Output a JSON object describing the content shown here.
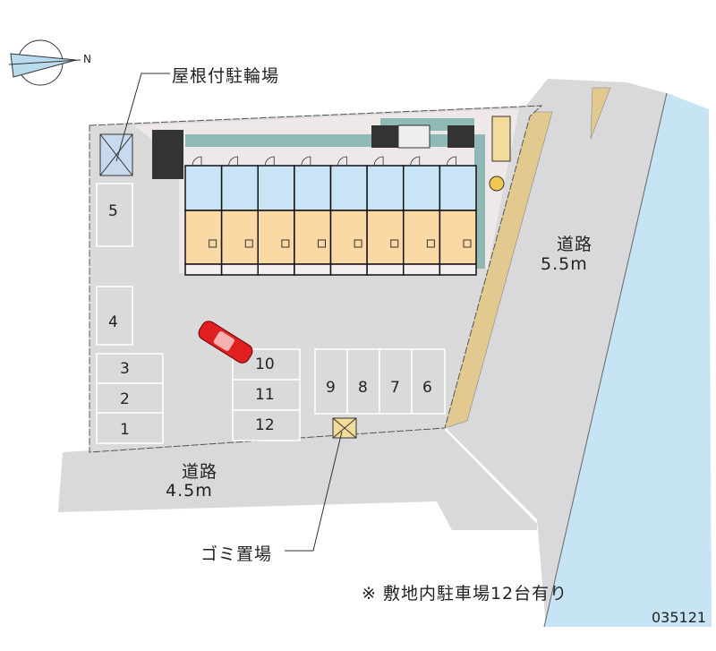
{
  "labels": {
    "bike_parking": "屋根付駐輪場",
    "road_right_name": "道路",
    "road_right_width": "5.5m",
    "road_bottom_name": "道路",
    "road_bottom_width": "4.5m",
    "garbage": "ゴミ置場",
    "note": "※ 敷地内駐車場12台有り",
    "code": "035121",
    "compass_n": "N"
  },
  "parking_spaces": [
    "1",
    "2",
    "3",
    "4",
    "5",
    "6",
    "7",
    "8",
    "9",
    "10",
    "11",
    "12"
  ],
  "unit_count": 8,
  "colors": {
    "road": "#d9d9dc",
    "river": "#c6e4f3",
    "slope": "#e2c98f",
    "lot": "#dadada",
    "room": "#fbd9a4",
    "wet_area": "#c8e4f6",
    "corridor": "#8fb9b4",
    "car": "#e02020"
  }
}
